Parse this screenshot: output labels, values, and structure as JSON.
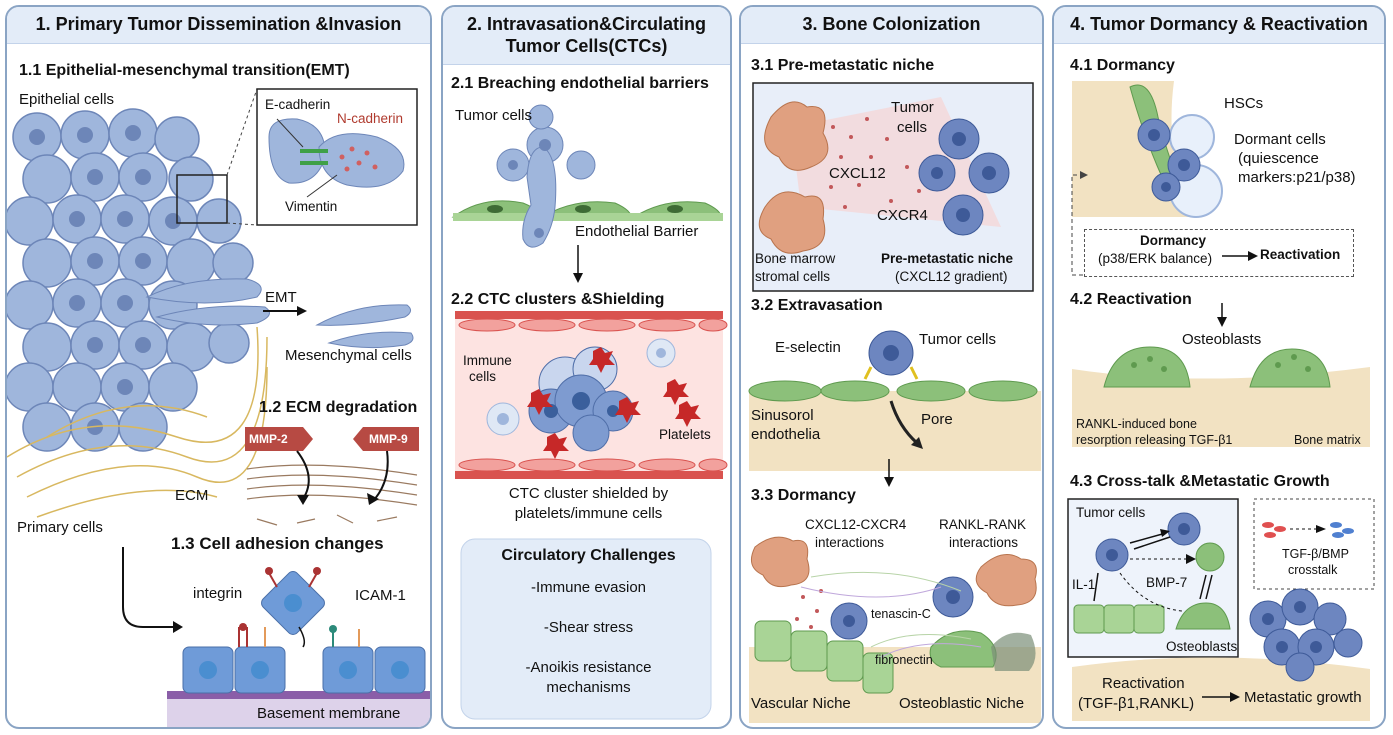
{
  "panel1": {
    "title": "1.  Primary Tumor Dissemination &Invasion",
    "emt_heading": "1.1 Epithelial-mesenchymal transition(EMT)",
    "epithelial_cells": "Epithelial cells",
    "e_cadherin": "E-cadherin",
    "n_cadherin": "N-cadherin",
    "vimentin": "Vimentin",
    "emt_arrow": "EMT",
    "mesenchymal_cells": "Mesenchymal cells",
    "ecm_heading": "1.2 ECM degradation",
    "mmp2": "MMP-2",
    "mmp9": "MMP-9",
    "ecm": "ECM",
    "primary_cells": "Primary cells",
    "adhesion_heading": "1.3 Cell adhesion changes",
    "integrin": "integrin",
    "icam": "ICAM-1",
    "basement": "Basement membrane"
  },
  "panel2": {
    "title_line1": "2. Intravasation&Circulating",
    "title_line2": "Tumor Cells(CTCs)",
    "breach_heading": "2.1 Breaching endothelial barriers",
    "tumor_cells": "Tumor cells",
    "endothelial_barrier": "Endothelial Barrier",
    "ctc_heading": "2.2 CTC clusters &Shielding",
    "immune_cells_line1": "Immune",
    "immune_cells_line2": "cells",
    "platelets": "Platelets",
    "caption_line1": "CTC cluster shielded by",
    "caption_line2": "platelets/immune cells",
    "challenges_title": "Circulatory Challenges",
    "challenge1": "-Immune evasion",
    "challenge2": "-Shear stress",
    "challenge3_line1": "-Anoikis resistance",
    "challenge3_line2": "mechanisms"
  },
  "panel3": {
    "title": "3. Bone Colonization",
    "niche_heading": "3.1 Pre-metastatic niche",
    "tumor_cells_line1": "Tumor",
    "tumor_cells_line2": "cells",
    "cxcl12": "CXCL12",
    "cxcr4": "CXCR4",
    "stromal_line1": "Bone marrow",
    "stromal_line2": "stromal cells",
    "niche_label": "Pre-metastatic niche",
    "niche_gradient": "(CXCL12 gradient)",
    "extravasation_heading": "3.2 Extravasation",
    "e_selectin": "E-selectin",
    "tumor_cells2": "Tumor cells",
    "pore": "Pore",
    "sinus_line1": "Sinusorol",
    "sinus_line2": "endothelia",
    "dormancy_heading": "3.3 Dormancy",
    "cxcl_int_line1": "CXCL12-CXCR4",
    "cxcl_int_line2": "interactions",
    "rankl_int_line1": "RANKL-RANK",
    "rankl_int_line2": "interactions",
    "tenascin": "tenascin-C",
    "fibronectin": "fibronectin",
    "vascular_niche": "Vascular Niche",
    "osteoblastic_niche": "Osteoblastic Niche"
  },
  "panel4": {
    "title": "4. Tumor Dormancy & Reactivation",
    "dormancy_heading": "4.1 Dormancy",
    "hscs": "HSCs",
    "dormant_line1": "Dormant cells",
    "dormant_line2": "(quiescence",
    "dormant_line3": "markers:p21/p38)",
    "dormancy_box": "Dormancy",
    "dormancy_balance": "(p38/ERK balance)",
    "reactivation": "Reactivation",
    "reactivation_heading": "4.2 Reactivation",
    "osteoblasts": "Osteoblasts",
    "rankl_line1": "RANKL-induced bone",
    "rankl_line2": "resorption releasing TGF-β1",
    "bone_matrix": "Bone matrix",
    "crosstalk_heading": "4.3 Cross-talk &Metastatic Growth",
    "tumor_cells": "Tumor cells",
    "il1": "IL-1",
    "bmp7": "BMP-7",
    "osteoblasts2": "Osteoblasts",
    "tgf_line1": "TGF-β/BMP",
    "tgf_line2": "crosstalk",
    "reactivation2_line1": "Reactivation",
    "reactivation2_line2": "(TGF-β1,RANKL)",
    "metastatic_growth": "Metastatic growth"
  },
  "colors": {
    "panel_border": "#8aa4c4",
    "header_bg": "#e3ecf8",
    "epithelial_cell": "#9fb6dc",
    "tumor_cell": "#5878b4",
    "endothelium": "#8cc07a",
    "vessel": "#d9534f",
    "platelet": "#c62828",
    "stroma": "#e0a080",
    "bone": "#f2e2c2",
    "niche_bg": "#e8eef9",
    "mmp": "#b74a43",
    "n_cadherin_text": "#b03a2e"
  }
}
